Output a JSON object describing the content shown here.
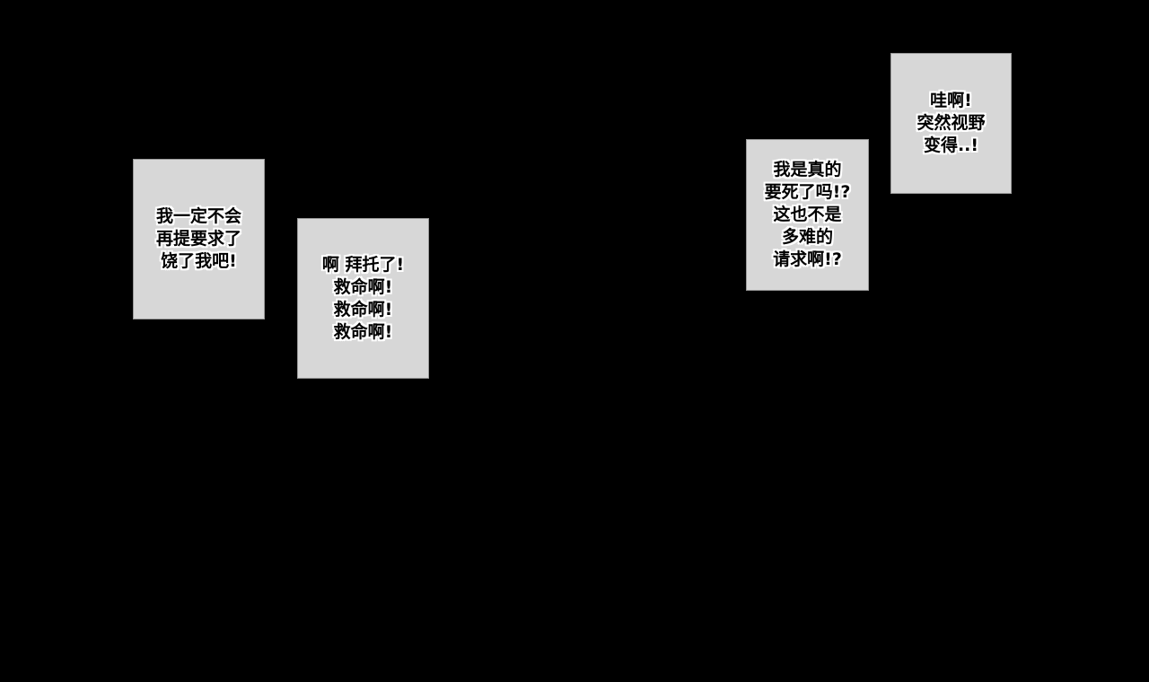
{
  "boxes": [
    {
      "lines": [
        "我一定不会",
        "再提要求了",
        "饶了我吧!"
      ]
    },
    {
      "lines": [
        "啊 拜托了!",
        "救命啊!",
        "救命啊!",
        "救命啊!"
      ]
    },
    {
      "lines": [
        "我是真的",
        "要死了吗!?",
        "这也不是",
        "多难的",
        "请求啊!?"
      ]
    },
    {
      "lines": [
        "哇啊!",
        "突然视野",
        "变得..!"
      ]
    }
  ]
}
